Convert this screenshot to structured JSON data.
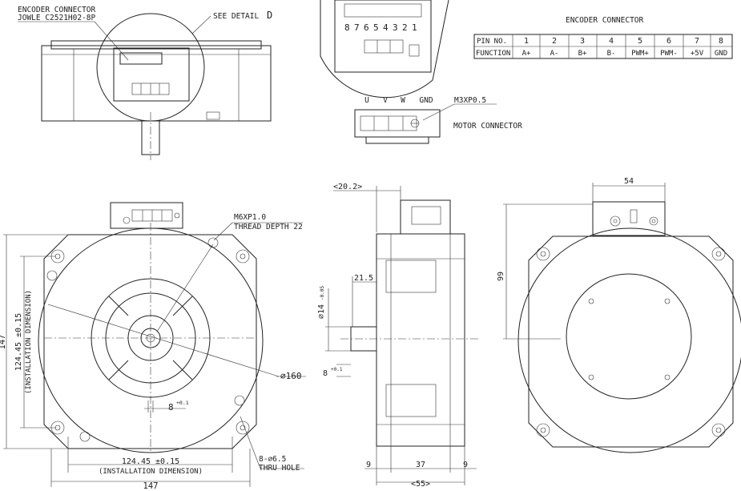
{
  "top_view": {
    "encoder_connector_title": "ENCODER CONNECTOR",
    "encoder_connector_part": "JOWLE C2521H02-8P",
    "see_detail": "SEE DETAIL",
    "detail_letter": "D"
  },
  "detail_pins": [
    "8",
    "7",
    "6",
    "5",
    "4",
    "3",
    "2",
    "1"
  ],
  "encoder_table": {
    "title": "ENCODER CONNECTOR",
    "row_labels": [
      "PIN NO.",
      "FUNCTION"
    ],
    "pins": [
      "1",
      "2",
      "3",
      "4",
      "5",
      "6",
      "7",
      "8"
    ],
    "functions": [
      "A+",
      "A-",
      "B+",
      "B-",
      "PWM+",
      "PWM-",
      "+5V",
      "GND"
    ]
  },
  "motor_connector": {
    "labels": [
      "U",
      "V",
      "W",
      "GND"
    ],
    "screw": "M3XP0.5",
    "title": "MOTOR CONNECTOR"
  },
  "front_view": {
    "thread": "M6XP1.0",
    "thread_depth": "THREAD DEPTH 22",
    "install_dim_vertical": "124.45 ±0.15",
    "install_label_vertical": "(INSTALLATION DIMENSION)",
    "install_dim_horizontal": "124.45 ±0.15",
    "install_label_horizontal": "(INSTALLATION DIMENSION)",
    "overall_width": "147",
    "overall_height": "147",
    "diameter": "⌀160",
    "key": "8",
    "key_tol": "+0.1",
    "holes": "8-⌀6.5",
    "thru": "THRU HOLE"
  },
  "side_view": {
    "top_dim": "<20.2>",
    "d21": "21.5",
    "shaft": "⌀14",
    "shaft_tol": "-0.05",
    "key": "8",
    "key_tol": "+0.1",
    "b9a": "9",
    "b37": "37",
    "b9b": "9",
    "b55": "<55>"
  },
  "rear_view": {
    "width": "54",
    "height": "99"
  }
}
